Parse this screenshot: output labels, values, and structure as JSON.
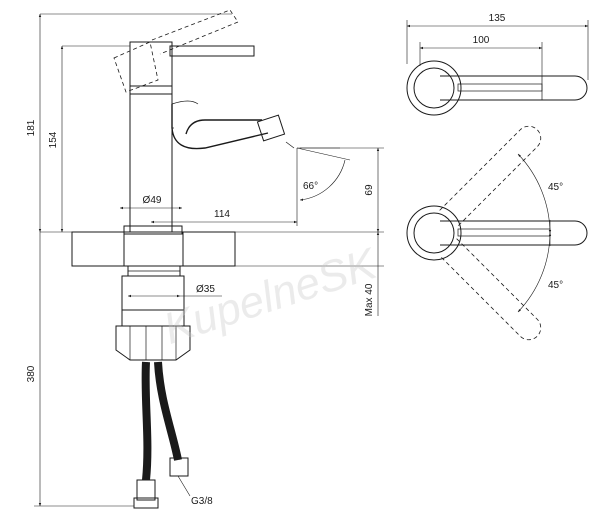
{
  "side_view": {
    "dim_181": "181",
    "dim_154": "154",
    "dim_d49": "Ø49",
    "dim_114": "114",
    "dim_66": "66°",
    "dim_69": "69",
    "dim_d35": "Ø35",
    "dim_max40": "Max 40",
    "dim_380": "380",
    "dim_g38": "G3/8"
  },
  "top_view": {
    "dim_135": "135",
    "dim_100": "100"
  },
  "rotation_view": {
    "angle_upper": "45°",
    "angle_lower": "45°"
  },
  "watermark": "KupelneSK"
}
